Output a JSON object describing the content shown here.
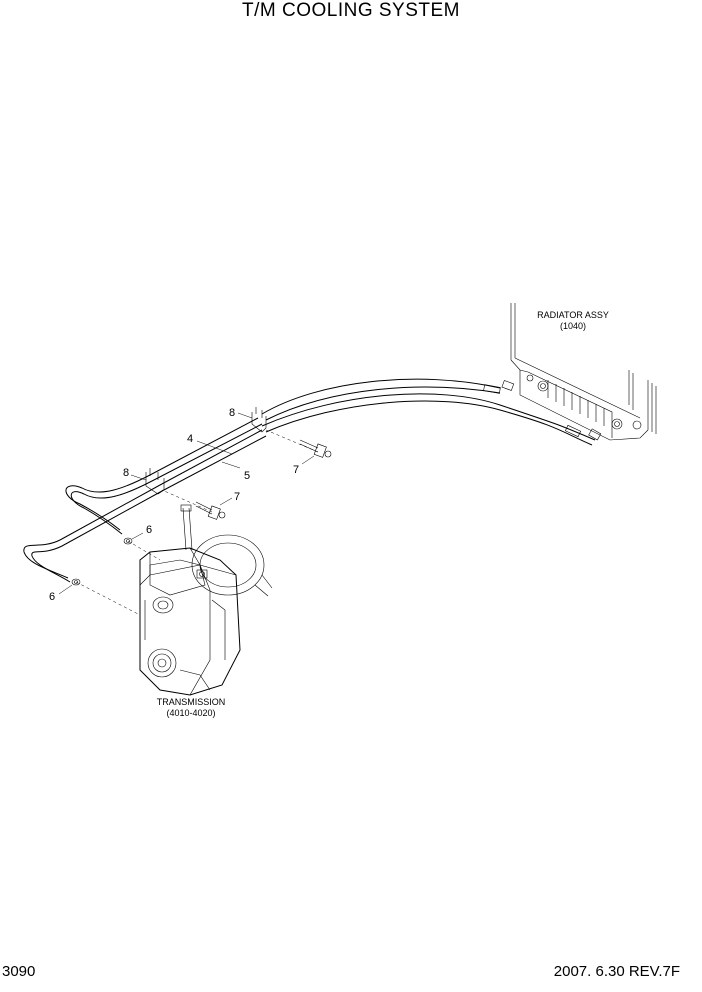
{
  "title": "T/M COOLING SYSTEM",
  "page_number": "3090",
  "revision": "2007. 6.30 REV.7F",
  "assemblies": {
    "radiator": {
      "name": "RADIATOR ASSY",
      "ref": "(1040)"
    },
    "transmission": {
      "name": "TRANSMISSION",
      "ref": "(4010-4020)"
    }
  },
  "callouts": {
    "c4": "4",
    "c5": "5",
    "c6a": "6",
    "c6b": "6",
    "c7a": "7",
    "c7b": "7",
    "c8a": "8",
    "c8b": "8"
  }
}
